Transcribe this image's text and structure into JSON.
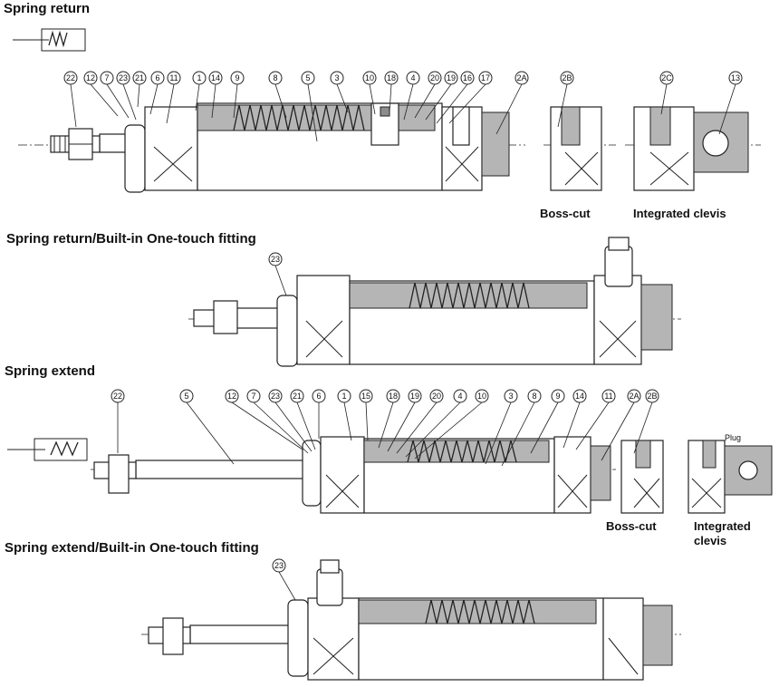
{
  "sections": {
    "spring_return": "Spring return",
    "spring_return_one_touch": "Spring return/Built-in One-touch fitting",
    "spring_extend": "Spring extend",
    "spring_extend_one_touch": "Spring extend/Built-in One-touch fitting"
  },
  "variants": {
    "boss_cut": "Boss-cut",
    "integrated_clevis": "Integrated clevis",
    "integrated_clevis_line1": "Integrated",
    "integrated_clevis_line2": "clevis",
    "plug": "Plug"
  },
  "balloons": {
    "spring_return": [
      "22",
      "12",
      "7",
      "23",
      "21",
      "6",
      "11",
      "1",
      "14",
      "9",
      "8",
      "5",
      "3",
      "10",
      "18",
      "4",
      "20",
      "19",
      "16",
      "17",
      "2A"
    ],
    "spring_return_variants": [
      "2B",
      "2C",
      "13"
    ],
    "spring_return_one_touch": [
      "23"
    ],
    "spring_extend": [
      "22",
      "5",
      "12",
      "7",
      "23",
      "21",
      "6",
      "1",
      "15",
      "18",
      "19",
      "20",
      "4",
      "10",
      "3",
      "8",
      "9",
      "14",
      "11",
      "2A",
      "2B"
    ],
    "spring_extend_one_touch": [
      "23"
    ]
  }
}
